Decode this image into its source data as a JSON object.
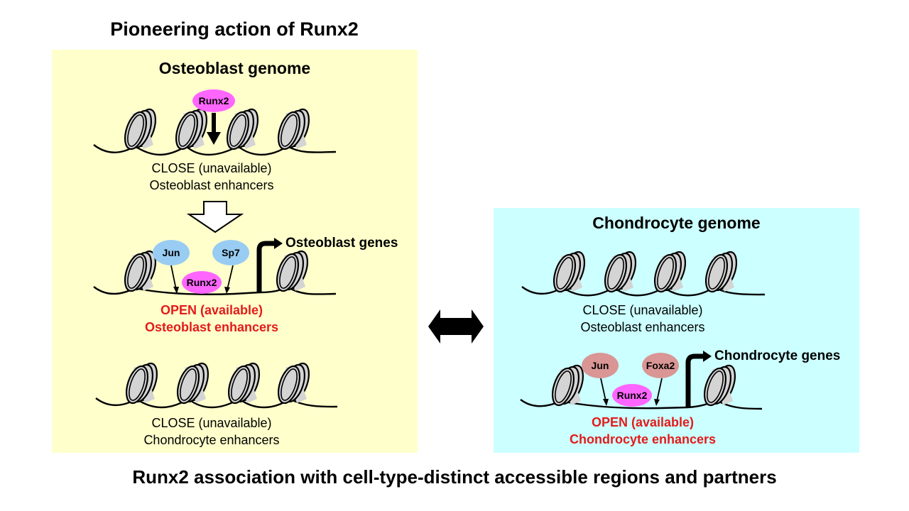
{
  "title": "Pioneering action of Runx2",
  "caption": "Runx2 association with cell-type-distinct accessible regions and partners",
  "colors": {
    "osteoblast_panel": "#ffffcc",
    "chondrocyte_panel": "#ccffff",
    "runx2": "#ff66ff",
    "osteoblast_partner": "#99ccf2",
    "chondrocyte_partner": "#d99694",
    "open_label": "#e31b1b",
    "nucleosome_fill": "#d4d4d4"
  },
  "osteoblast_panel": {
    "heading": "Osteoblast genome",
    "state1": {
      "factor": "Runx2",
      "line1": "CLOSE (unavailable)",
      "line2": "Osteoblast enhancers"
    },
    "transition_icon": "hollow-down-arrow",
    "state2": {
      "factors": [
        "Jun",
        "Runx2",
        "Sp7"
      ],
      "genes_label": "Osteoblast genes",
      "line1": "OPEN (available)",
      "line2": "Osteoblast enhancers"
    },
    "state3": {
      "line1": "CLOSE (unavailable)",
      "line2": "Chondrocyte enhancers"
    }
  },
  "exchange_icon": "double-headed-arrow",
  "chondrocyte_panel": {
    "heading": "Chondrocyte genome",
    "state1": {
      "line1": "CLOSE (unavailable)",
      "line2": "Osteoblast enhancers"
    },
    "state2": {
      "factors": [
        "Jun",
        "Runx2",
        "Foxa2"
      ],
      "genes_label": "Chondrocyte genes",
      "line1": "OPEN (available)",
      "line2": "Chondrocyte enhancers"
    }
  }
}
